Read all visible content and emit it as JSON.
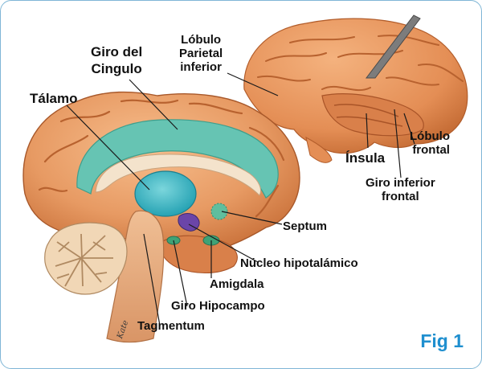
{
  "figure": {
    "label": "Fig 1",
    "signature": "Kate"
  },
  "colors": {
    "border": "#7fb6d6",
    "fig_label": "#1f8fcf",
    "brain": "#e79a63",
    "cingulate": "#66c4b3",
    "thalamus": "#2fb5c3"
  },
  "labels": {
    "giro_cingulo": [
      "Giro del",
      "Cingulo"
    ],
    "talamo": "Tálamo",
    "lobulo_parietal": [
      "Lóbulo",
      "Parietal",
      "inferior"
    ],
    "insula": "Ínsula",
    "lobulo_frontal": [
      "Lóbulo",
      "frontal"
    ],
    "giro_inferior_frontal": [
      "Giro inferior",
      "frontal"
    ],
    "septum": "Septum",
    "nucleo_hipotalamico": "Núcleo hipotalámico",
    "amigdala": "Amigdala",
    "giro_hipocampo": "Giro Hipocampo",
    "tagmentum": "Tagmentum"
  }
}
